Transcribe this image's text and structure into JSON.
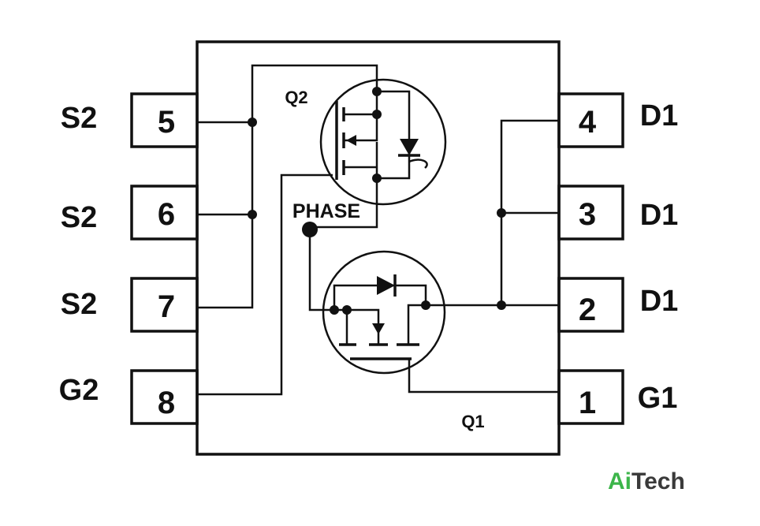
{
  "pins_left": [
    {
      "number": "5",
      "label": "S2"
    },
    {
      "number": "6",
      "label": "S2"
    },
    {
      "number": "7",
      "label": "S2"
    },
    {
      "number": "8",
      "label": "G2"
    }
  ],
  "pins_right": [
    {
      "number": "4",
      "label": "D1"
    },
    {
      "number": "3",
      "label": "D1"
    },
    {
      "number": "2",
      "label": "D1"
    },
    {
      "number": "1",
      "label": "G1"
    }
  ],
  "devices": {
    "q2": "Q2",
    "q1": "Q1"
  },
  "node": {
    "phase": "PHASE"
  },
  "watermark": {
    "part1": "Ai",
    "part2": "Tech",
    "color1": "#3cb54a",
    "color2": "#3a3a3a"
  }
}
